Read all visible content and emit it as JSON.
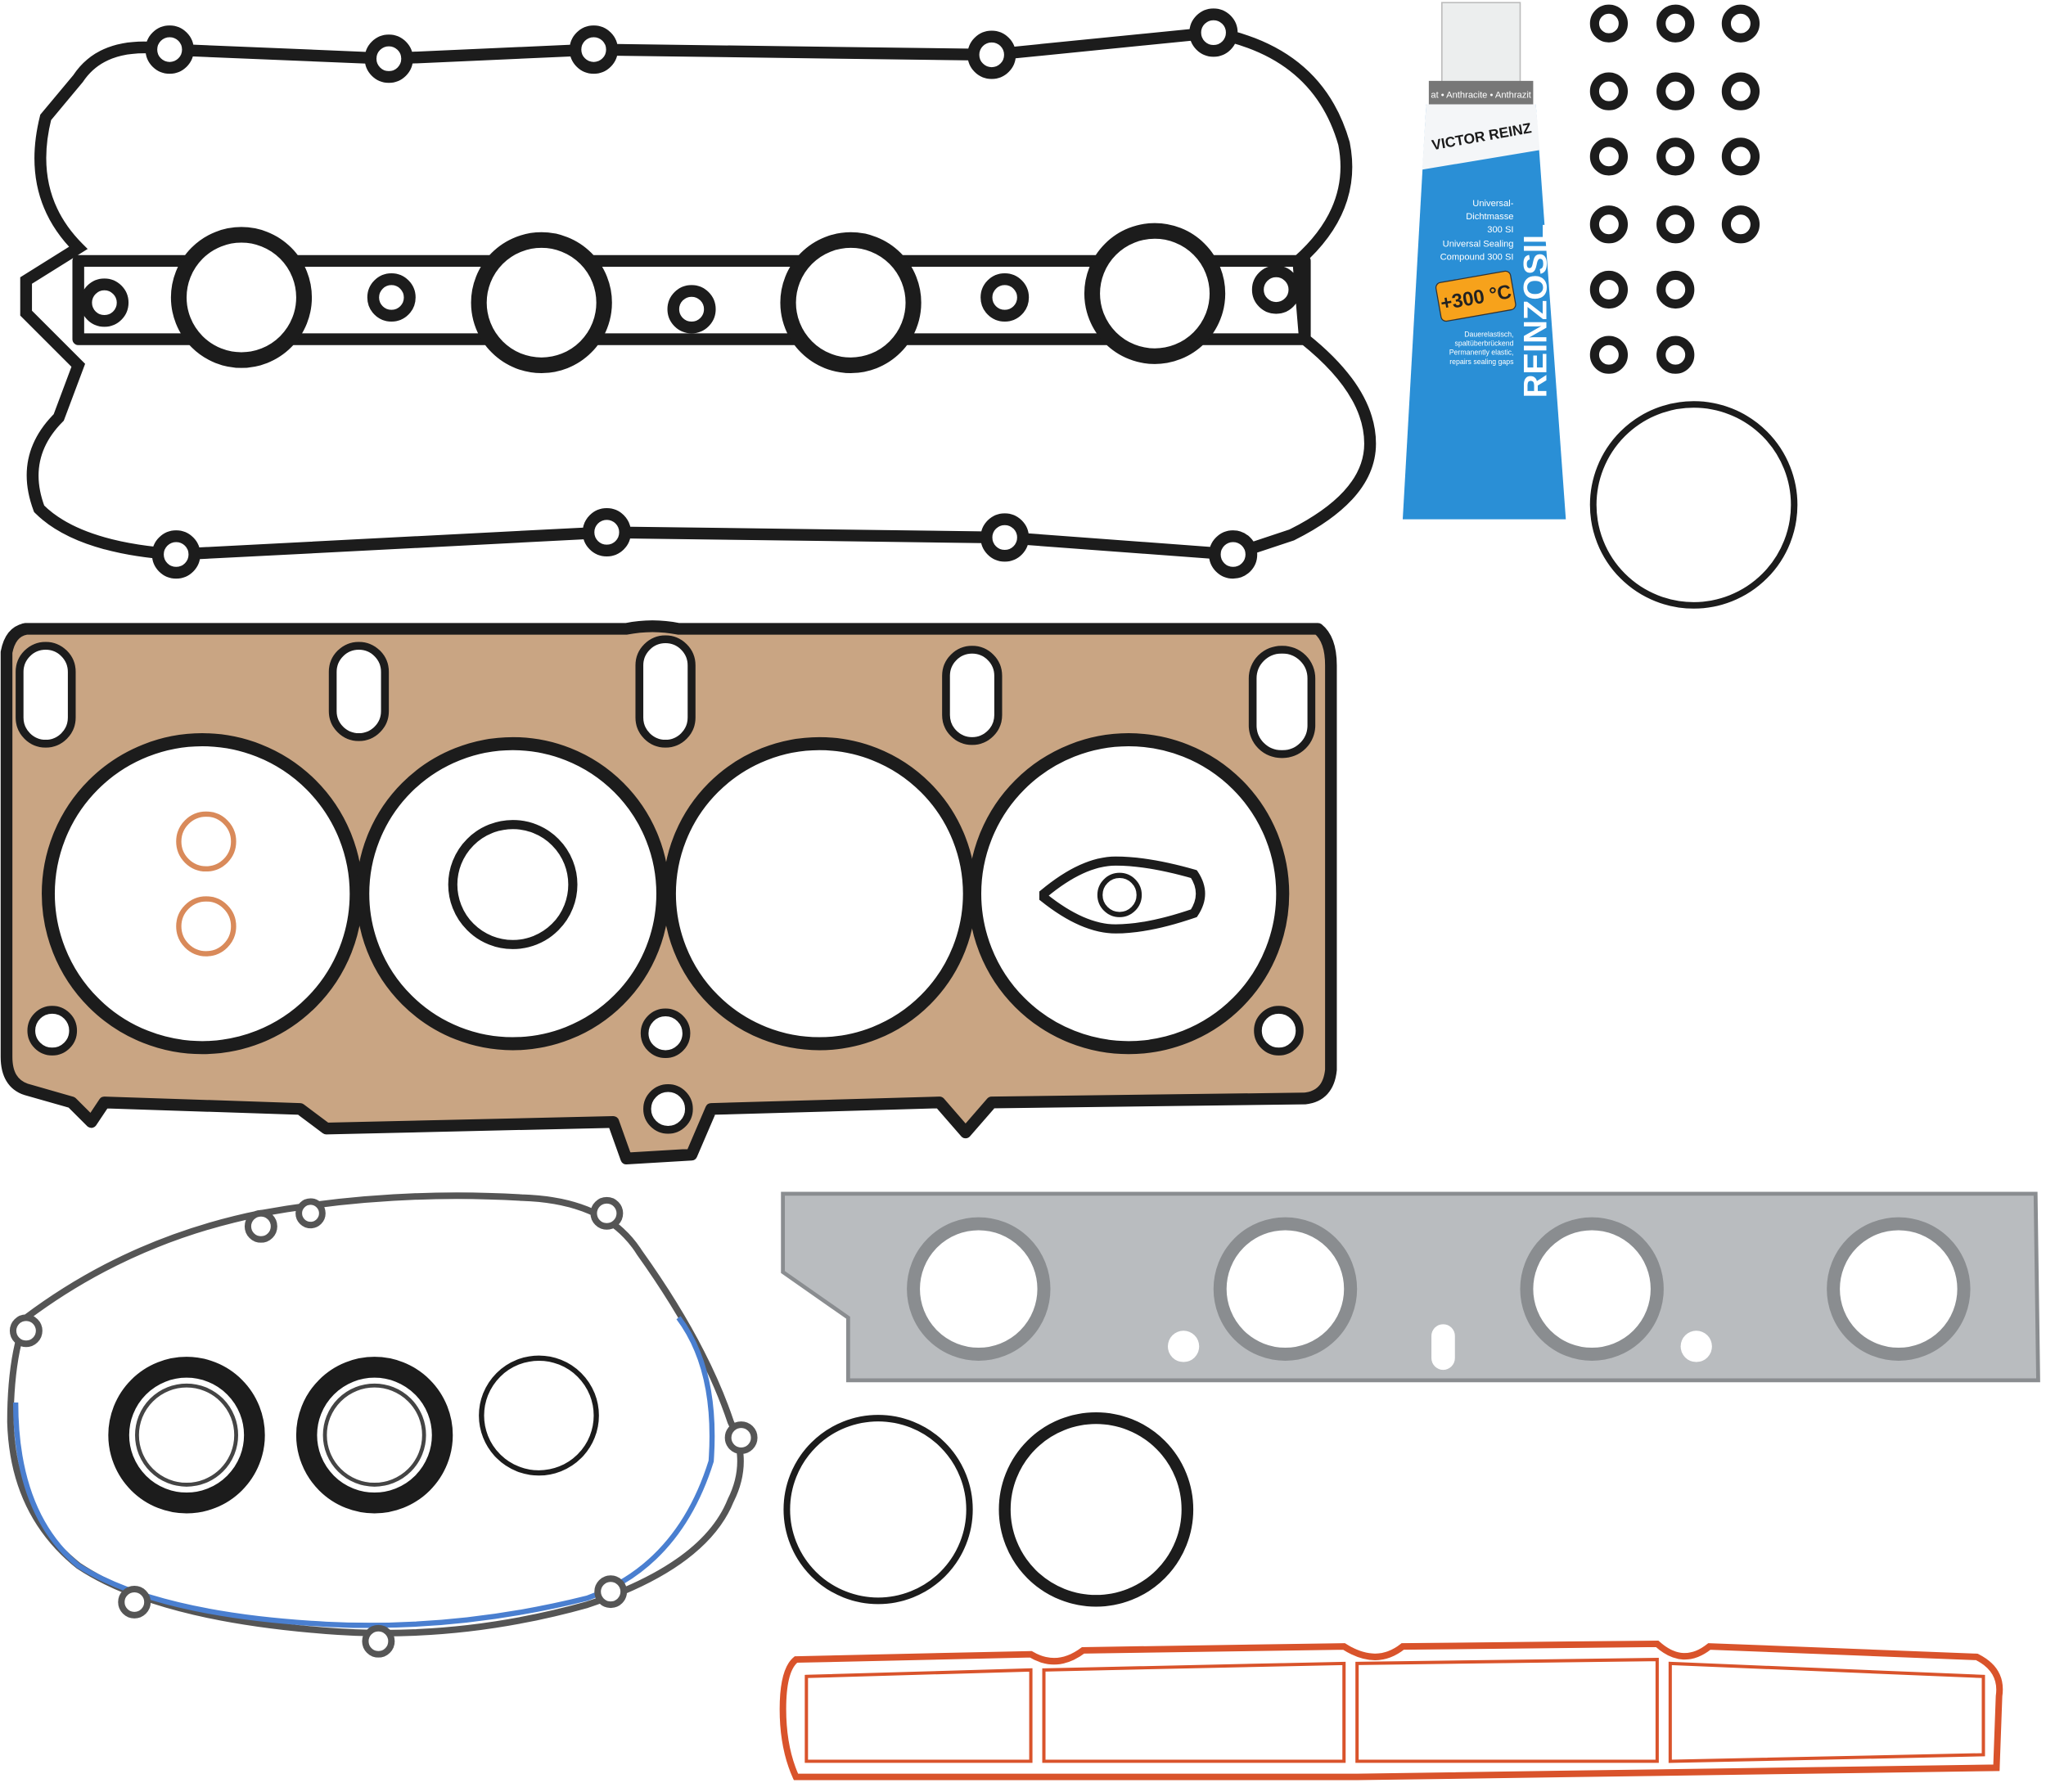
{
  "product": {
    "tube": {
      "cap_band": "at • Anthracite • Anthrazit",
      "brand": "VICTOR REINZ",
      "product_name": "REINZOSIL",
      "desc_de_1": "Universal-",
      "desc_de_2": "Dichtmasse",
      "desc_de_3": "300 SI",
      "desc_en_1": "Universal Sealing",
      "desc_en_2": "Compound 300 SI",
      "temp_label": "+300 °C",
      "feature_de_1": "Dauerelastisch,",
      "feature_de_2": "spaltüberbrückend",
      "feature_en_1": "Permanently elastic,",
      "feature_en_2": "repairs sealing gaps"
    },
    "colors": {
      "rubber": "#1c1c1c",
      "head_gasket": "#c9a583",
      "tube_blue": "#2a8fd6",
      "label_orange": "#f7a21b",
      "exhaust": "#b9bcbf",
      "intake": "#d9532b",
      "copper": "#d98a5a",
      "timing_blue": "#4a7fd0"
    }
  }
}
